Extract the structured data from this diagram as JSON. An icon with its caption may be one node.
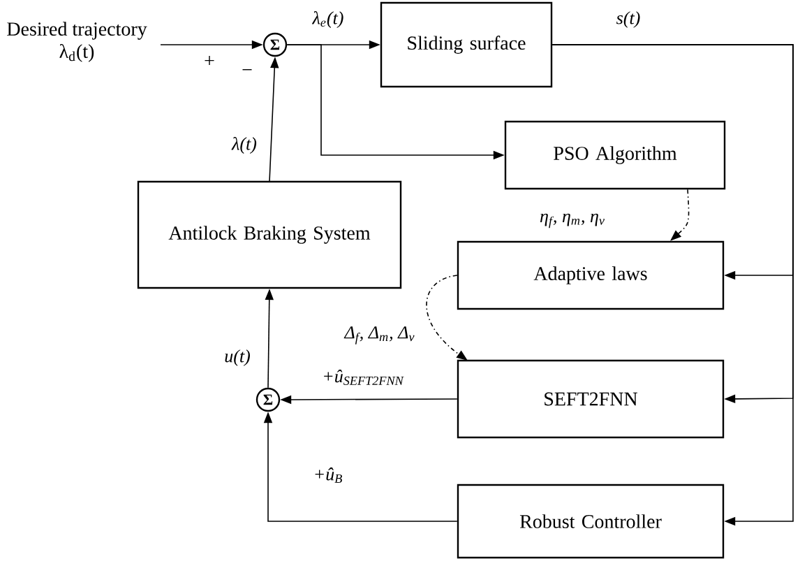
{
  "diagram": {
    "nodes": [
      {
        "text": [
          "Sliding surface"
        ]
      },
      {
        "text": [
          "PSO Algorithm"
        ]
      },
      {
        "text": [
          "Antilock Braking System"
        ]
      },
      {
        "text": [
          "Adaptive laws"
        ]
      },
      {
        "text": [
          "SEFT2FNN"
        ]
      },
      {
        "text": [
          "Robust Controller"
        ]
      },
      {
        "text": [
          "Σ"
        ]
      },
      {
        "text": [
          "Σ"
        ]
      },
      {
        "text": [
          "Desired trajectory",
          "λ$_{d}$(t)"
        ]
      }
    ],
    "edges": [
      {
        "from": 8,
        "to": 6,
        "arrow": "to"
      },
      {
        "from": 6,
        "to": 0,
        "arrow": "to",
        "label": "λ$_{e}$(t)"
      },
      {
        "from": 6,
        "to": 1,
        "arrow": "to"
      },
      {
        "from": 0,
        "to": 3,
        "arrow": "to",
        "label": "s(t)"
      },
      {
        "from": 0,
        "to": 4,
        "arrow": "to"
      },
      {
        "from": 0,
        "to": 5,
        "arrow": "to"
      },
      {
        "from": 2,
        "to": 6,
        "arrow": "to",
        "label": "λ(t)"
      },
      {
        "from": 7,
        "to": 2,
        "arrow": "to",
        "label": "u(t)"
      },
      {
        "from": 4,
        "to": 7,
        "arrow": "to",
        "label": "+û$_{SEFT2FNN}$"
      },
      {
        "from": 5,
        "to": 7,
        "arrow": "to",
        "label": "+û$_{B}$"
      },
      {
        "from": 1,
        "to": 3,
        "arrow": "to",
        "style": "dashed",
        "label": "η$_{f}$, η$_{m}$, η$_{v}$"
      },
      {
        "from": 3,
        "to": 4,
        "arrow": "to",
        "style": "dashed",
        "label": "Δ$_{f}$, Δ$_{m}$, Δ$_{v}$"
      }
    ],
    "labels": [
      "+",
      "−"
    ]
  }
}
